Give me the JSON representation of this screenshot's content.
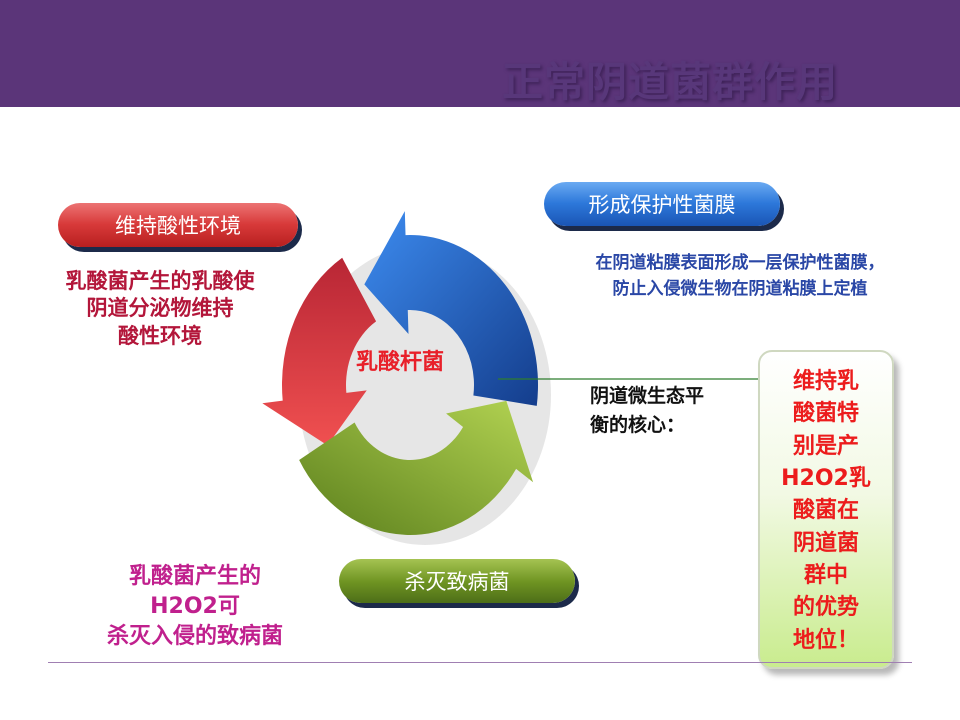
{
  "title": "正常阴道菌群作用",
  "center_label": "乳酸杆菌",
  "pills": {
    "red": "维持酸性环境",
    "blue": "形成保护性菌膜",
    "green": "杀灭致病菌"
  },
  "red_text": [
    "乳酸菌产生的乳酸使",
    "阴道分泌物维持",
    "酸性环境"
  ],
  "blue_text": [
    "在阴道粘膜表面形成一层保护性菌膜，",
    "防止入侵微生物在阴道粘膜上定植"
  ],
  "purple_text": [
    "乳酸菌产生的",
    "H2O2可",
    "杀灭入侵的致病菌"
  ],
  "core_text": [
    "阴道微生态平",
    "衡的核心："
  ],
  "side_text": [
    "维持乳",
    "酸菌特",
    "别是产",
    "H2O2乳",
    "酸菌在",
    "阴道菌",
    "群中",
    "的优势",
    "地位！"
  ],
  "colors": {
    "header": "#5b3579",
    "red": "#d83a3a",
    "blue": "#2d78da",
    "green": "#8cad32",
    "red_text": "#b3163a",
    "blue_text": "#2a47a6",
    "purple_text": "#c0208d",
    "side_text": "#ec1c1c"
  }
}
